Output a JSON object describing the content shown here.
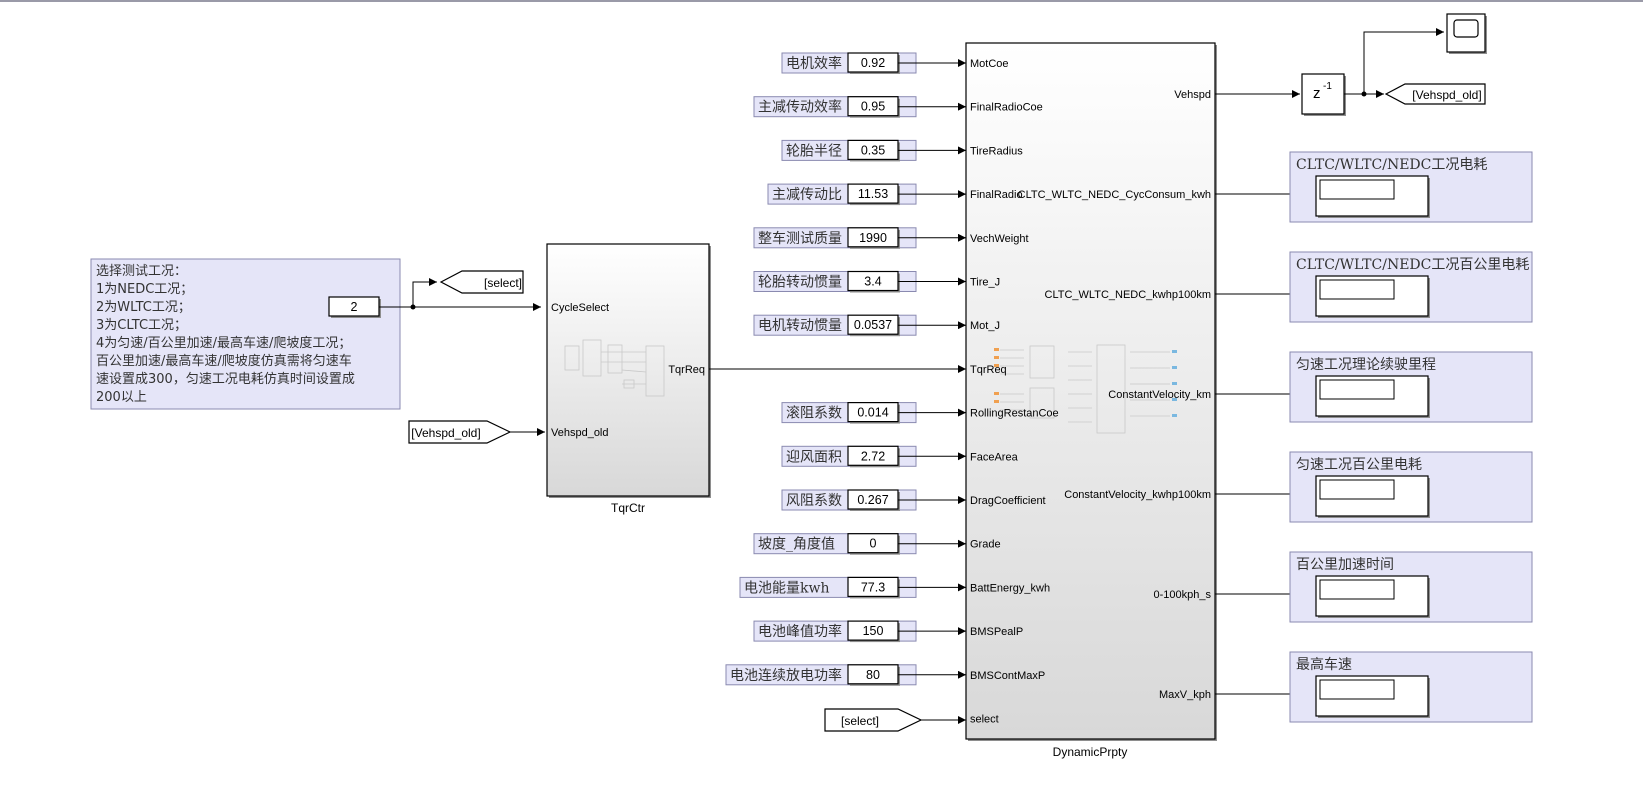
{
  "note": {
    "lines": [
      "选择测试工况：",
      "1为NEDC工况；",
      "2为WLTC工况；",
      "3为CLTC工况；",
      "4为匀速/百公里加速/最高车速/爬坡度工况；",
      "百公里加速/最高车速/爬坡度仿真需将匀速车",
      "速设置成300，匀速工况电耗仿真时间设置成",
      "200以上"
    ]
  },
  "cycle_select": {
    "value": "2"
  },
  "goto_select": {
    "label": "[select]"
  },
  "from_vehspd_old": {
    "label": "[Vehspd_old]"
  },
  "tqrctr": {
    "name": "TqrCtr",
    "inputs": [
      "CycleSelect",
      "Vehspd_old"
    ],
    "output": "TqrReq"
  },
  "params": [
    {
      "label": "电机效率",
      "value": "0.92",
      "port": "MotCoe"
    },
    {
      "label": "主减传动效率",
      "value": "0.95",
      "port": "FinalRadioCoe"
    },
    {
      "label": "轮胎半径",
      "value": "0.35",
      "port": "TireRadius"
    },
    {
      "label": "主减传动比",
      "value": "11.53",
      "port": "FinalRadio"
    },
    {
      "label": "整车测试质量",
      "value": "1990",
      "port": "VechWeight"
    },
    {
      "label": "轮胎转动惯量",
      "value": "3.4",
      "port": "Tire_J"
    },
    {
      "label": "电机转动惯量",
      "value": "0.0537",
      "port": "Mot_J"
    },
    {
      "label": "",
      "value": "",
      "port": "TqrReq"
    },
    {
      "label": "滚阻系数",
      "value": "0.014",
      "port": "RollingRestanCoe"
    },
    {
      "label": "迎风面积",
      "value": "2.72",
      "port": "FaceArea"
    },
    {
      "label": "风阻系数",
      "value": "0.267",
      "port": "DragCoefficient"
    },
    {
      "label": "坡度_角度值",
      "value": "0",
      "port": "Grade"
    },
    {
      "label": "电池能量kwh",
      "value": "77.3",
      "port": "BattEnergy_kwh"
    },
    {
      "label": "电池峰值功率",
      "value": "150",
      "port": "BMSPealP"
    },
    {
      "label": "电池连续放电功率",
      "value": "80",
      "port": "BMSContMaxP"
    },
    {
      "label": "",
      "value": "",
      "port": "select"
    }
  ],
  "from_select": {
    "label": "[select]"
  },
  "dynamic": {
    "name": "DynamicPrpty",
    "outputs": [
      "Vehspd",
      "CLTC_WLTC_NEDC_CycConsum_kwh",
      "CLTC_WLTC_NEDC_kwhp100km",
      "ConstantVelocity_km",
      "ConstantVelocity_kwhp100km",
      "0-100kph_s",
      "MaxV_kph"
    ]
  },
  "delay": {
    "label": "z",
    "exp": "-1"
  },
  "goto_vehspd_old": {
    "label": "[Vehspd_old]"
  },
  "displays": [
    {
      "title": "CLTC/WLTC/NEDC工况电耗"
    },
    {
      "title": "CLTC/WLTC/NEDC工况百公里电耗"
    },
    {
      "title": "匀速工况理论续驶里程"
    },
    {
      "title": "匀速工况百公里电耗"
    },
    {
      "title": "百公里加速时间"
    },
    {
      "title": "最高车速"
    }
  ]
}
